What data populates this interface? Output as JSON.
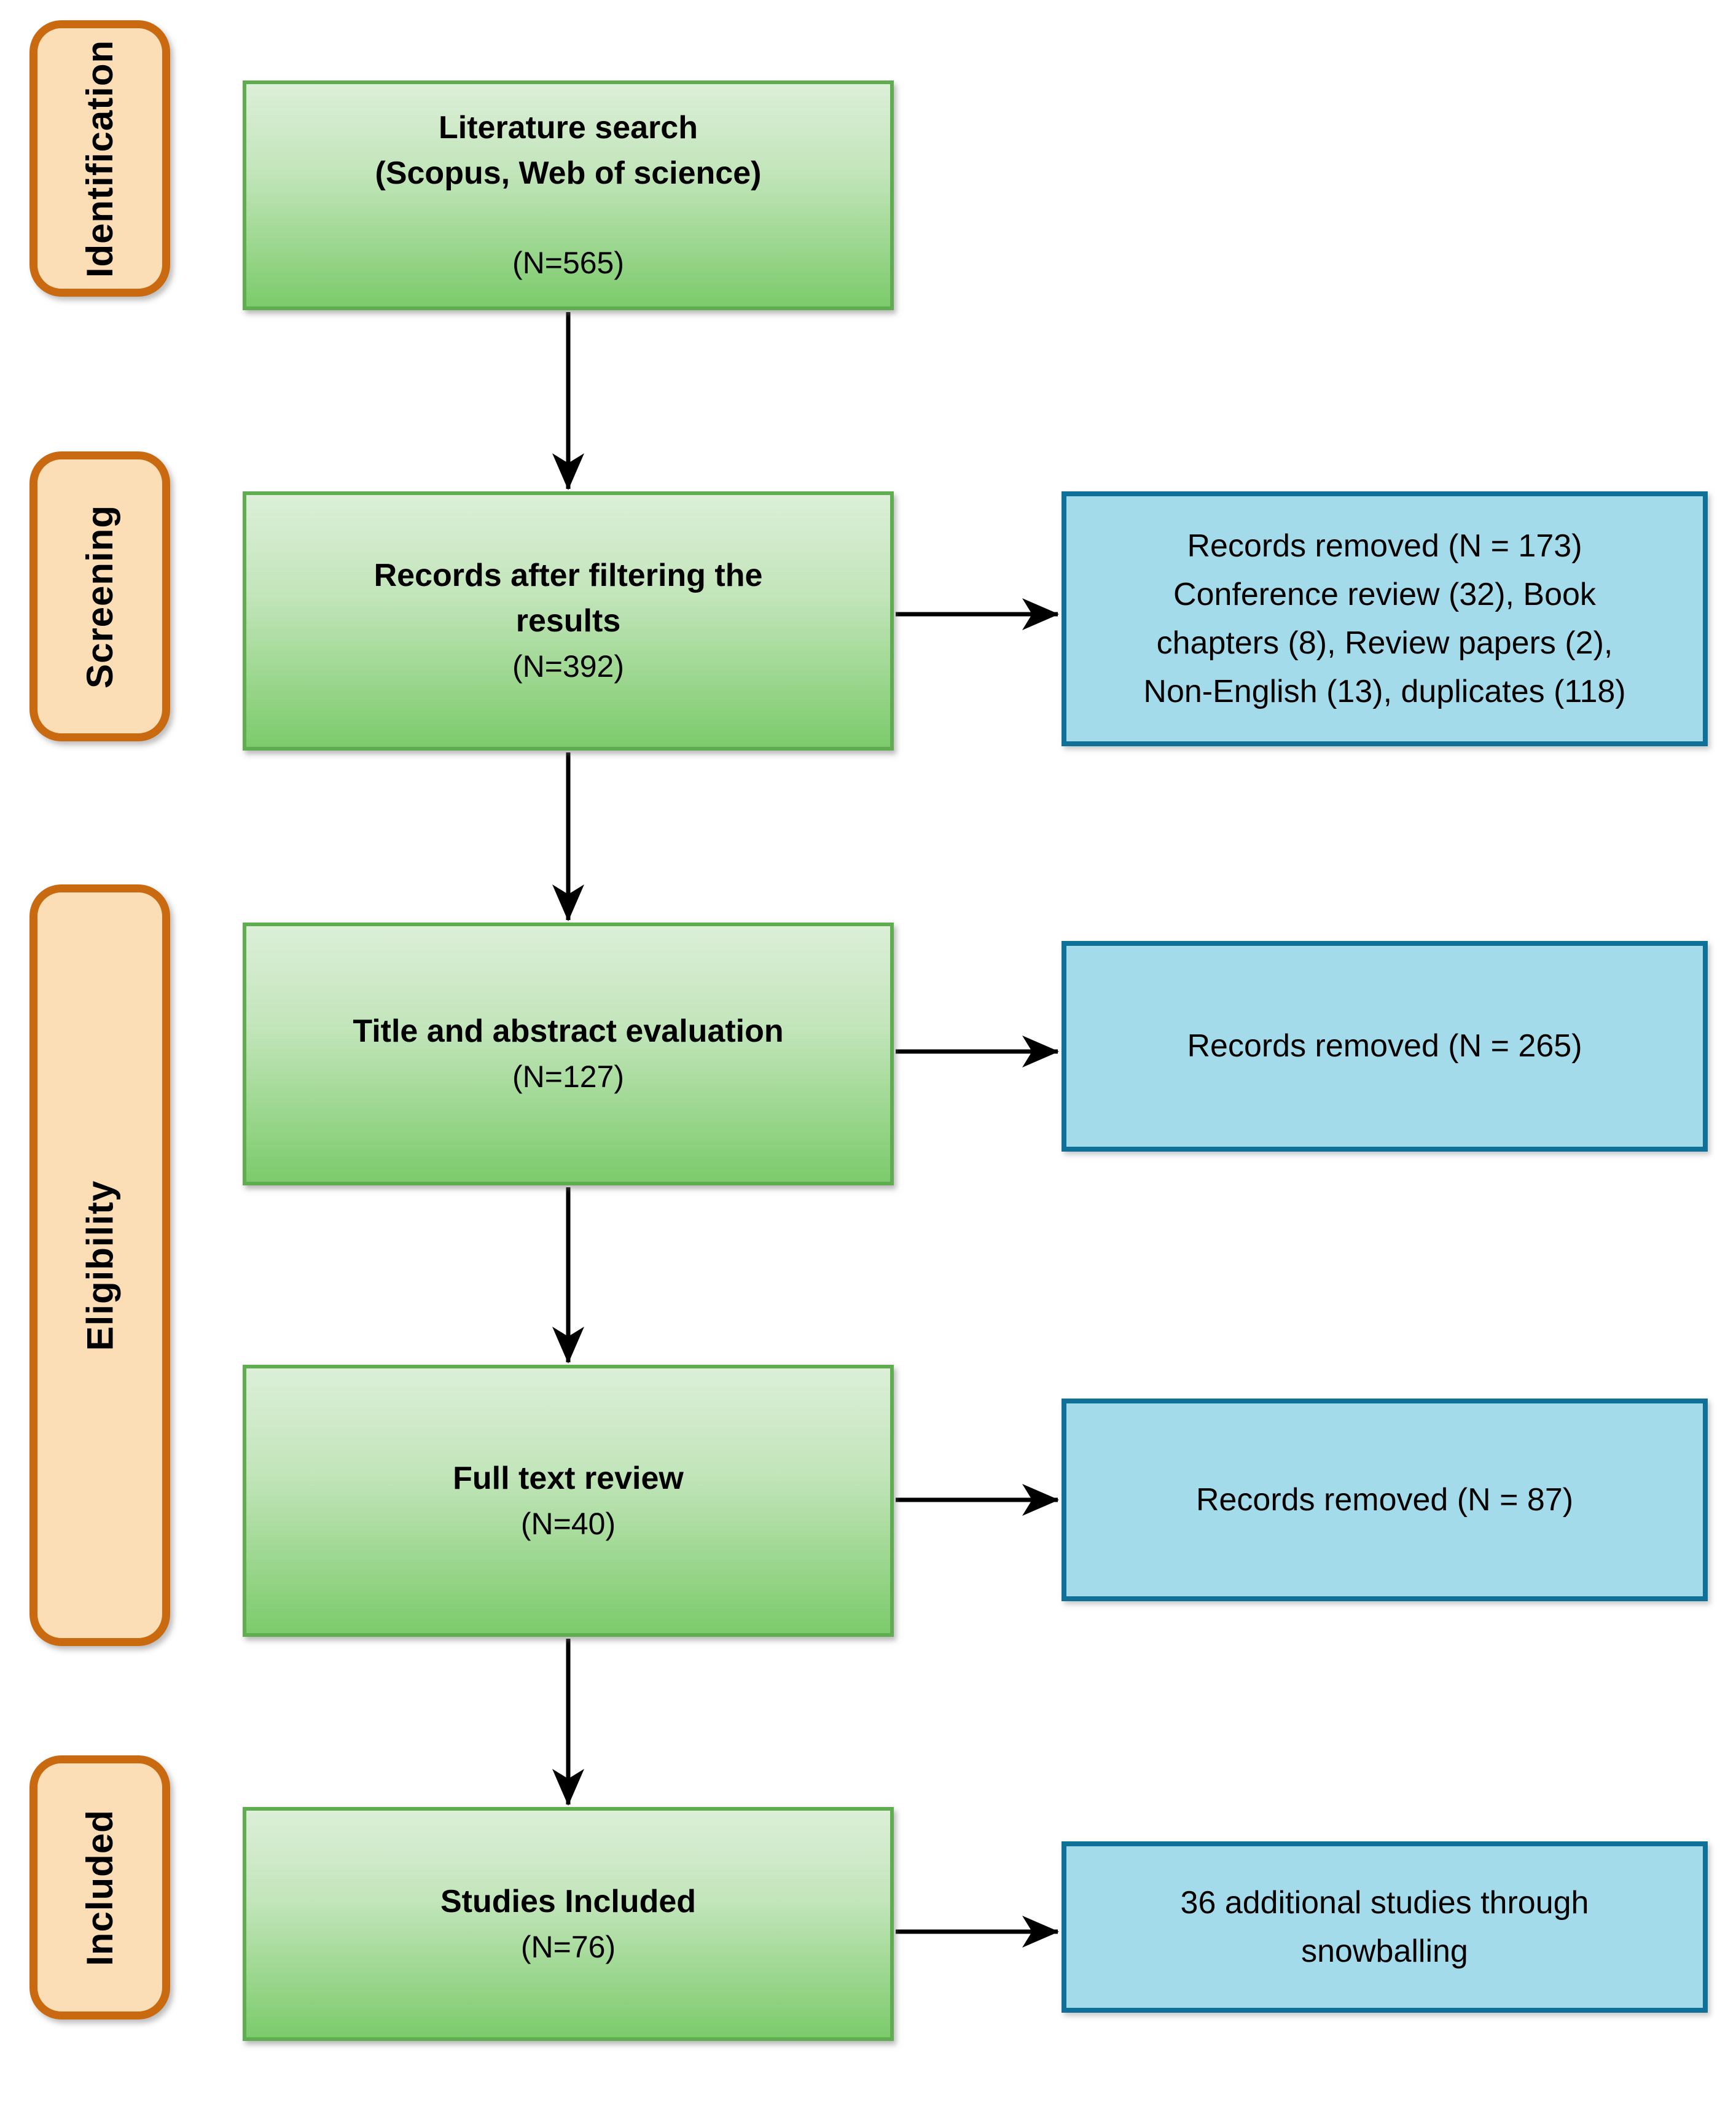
{
  "diagram": {
    "stage_labels": [
      {
        "label": "Identification"
      },
      {
        "label": "Screening"
      },
      {
        "label": "Eligibility"
      },
      {
        "label": "Included"
      }
    ],
    "process_boxes": [
      {
        "title_lines": [
          "Literature search",
          "(Scopus, Web of science)"
        ],
        "count": "(N=565)"
      },
      {
        "title_lines": [
          "Records after filtering the",
          "results"
        ],
        "count": "(N=392)"
      },
      {
        "title_lines": [
          "Title and abstract evaluation"
        ],
        "count": "(N=127)"
      },
      {
        "title_lines": [
          "Full text review"
        ],
        "count": "(N=40)"
      },
      {
        "title_lines": [
          "Studies Included"
        ],
        "count": "(N=76)"
      }
    ],
    "side_boxes": [
      {
        "lines": [
          "Records removed (N = 173)",
          "Conference review (32), Book",
          "chapters (8), Review papers (2),",
          "Non-English (13), duplicates (118)"
        ]
      },
      {
        "lines": [
          "Records removed (N = 265)"
        ]
      },
      {
        "lines": [
          "Records removed (N = 87)"
        ]
      },
      {
        "lines": [
          "36 additional studies through",
          "snowballing"
        ]
      }
    ],
    "colors": {
      "stage_fill": "#FBDDB6",
      "stage_border": "#C96A10",
      "process_fill_top": "#DCEFD8",
      "process_fill_bottom": "#7CCB6B",
      "process_border": "#5FAD50",
      "side_fill": "#A4DBEB",
      "side_border": "#0F7198",
      "arrow": "#000000",
      "text": "#000000"
    }
  }
}
